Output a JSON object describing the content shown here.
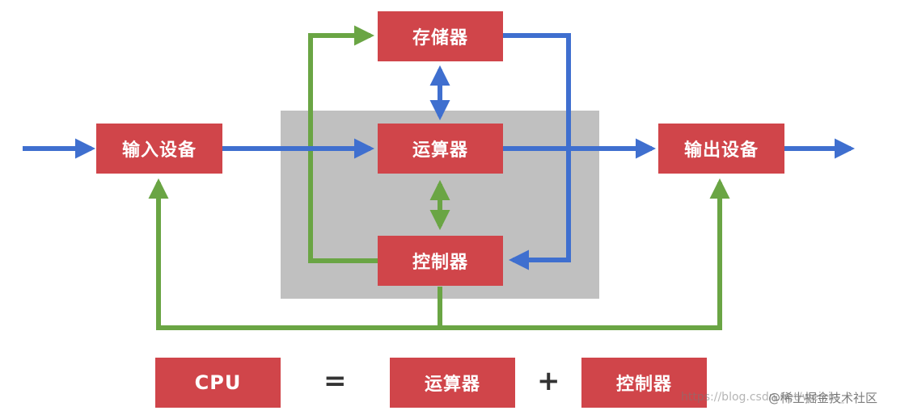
{
  "colors": {
    "box": "#d0454a",
    "cpu_region": "#c0c0c0",
    "data_arrow": "#3f6fcf",
    "control_arrow": "#6aa544",
    "text_on_box": "#ffffff"
  },
  "nodes": {
    "memory": "存储器",
    "input": "输入设备",
    "alu": "运算器",
    "output": "输出设备",
    "controller": "控制器"
  },
  "equation": {
    "cpu": "CPU",
    "equals": "=",
    "alu": "运算器",
    "plus": "+",
    "controller": "控制器"
  },
  "watermark": {
    "url": "https://blog.csdn.net/weixin_",
    "brand": "@稀土掘金技术社区"
  }
}
